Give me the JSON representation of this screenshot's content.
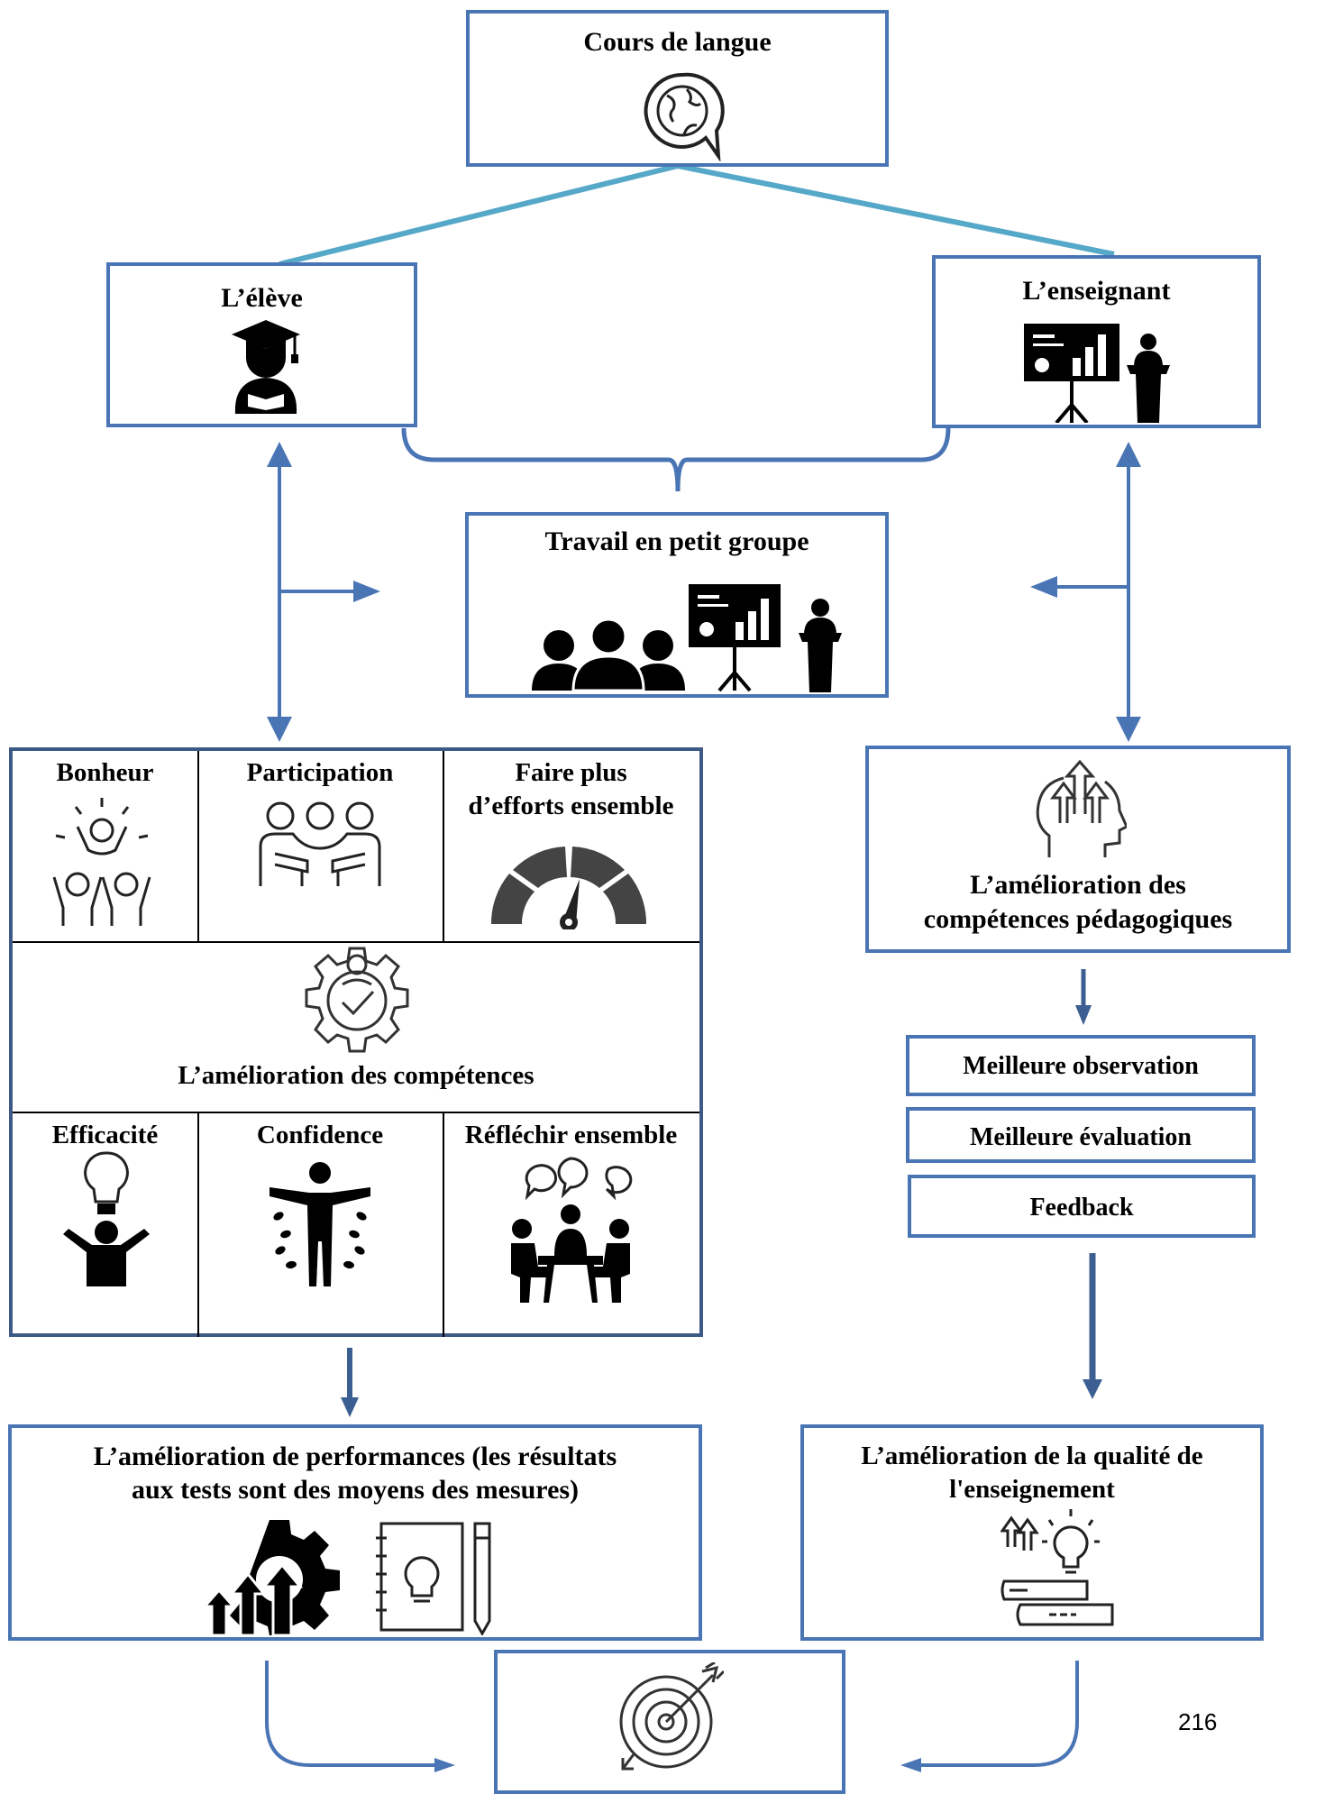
{
  "nodes": {
    "course": "Cours de langue",
    "student": "L’élève",
    "teacher": "L’enseignant",
    "group_work": "Travail en petit groupe",
    "student_grid": {
      "happiness": "Bonheur",
      "participation": "Participation",
      "effort_line1": "Faire plus",
      "effort_line2": "d’efforts ensemble",
      "skills": "L’amélioration des compétences",
      "efficiency": "Efficacité",
      "confidence": "Confidence",
      "reflect": "Réfléchir ensemble"
    },
    "teaching_skills_line1": "L’amélioration des",
    "teaching_skills_line2": "compétences pédagogiques",
    "observation": "Meilleure observation",
    "evaluation": "Meilleure évaluation",
    "feedback": "Feedback",
    "performance_line1": "L’amélioration de performances (les résultats",
    "performance_line2": "aux tests sont des moyens des mesures)",
    "quality_line1": "L’amélioration de la qualité de",
    "quality_line2": "l'enseignement"
  },
  "page_number": "216",
  "icons": {
    "course": "globe-speech-bubble-icon",
    "student": "graduate-student-icon",
    "teacher": "presentation-board-icon",
    "group": "group-people-icon",
    "happiness": "cheering-people-icon",
    "participation": "people-embracing-icon",
    "effort": "speedometer-gauge-icon",
    "skills": "gear-person-check-icon",
    "teaching_skills": "head-arrows-up-icon",
    "efficiency": "person-lightbulb-icon",
    "confidence": "person-laurels-icon",
    "reflect": "meeting-table-icon",
    "performance": "gear-arrows-notebook-icon",
    "quality": "books-lightbulb-icon",
    "goal": "target-arrow-icon"
  },
  "colors": {
    "teal_connector": "#56a8c8",
    "blue_connector": "#4a75b5",
    "box_border": "#4a75b5",
    "arrow_dark": "#3b5f92"
  }
}
